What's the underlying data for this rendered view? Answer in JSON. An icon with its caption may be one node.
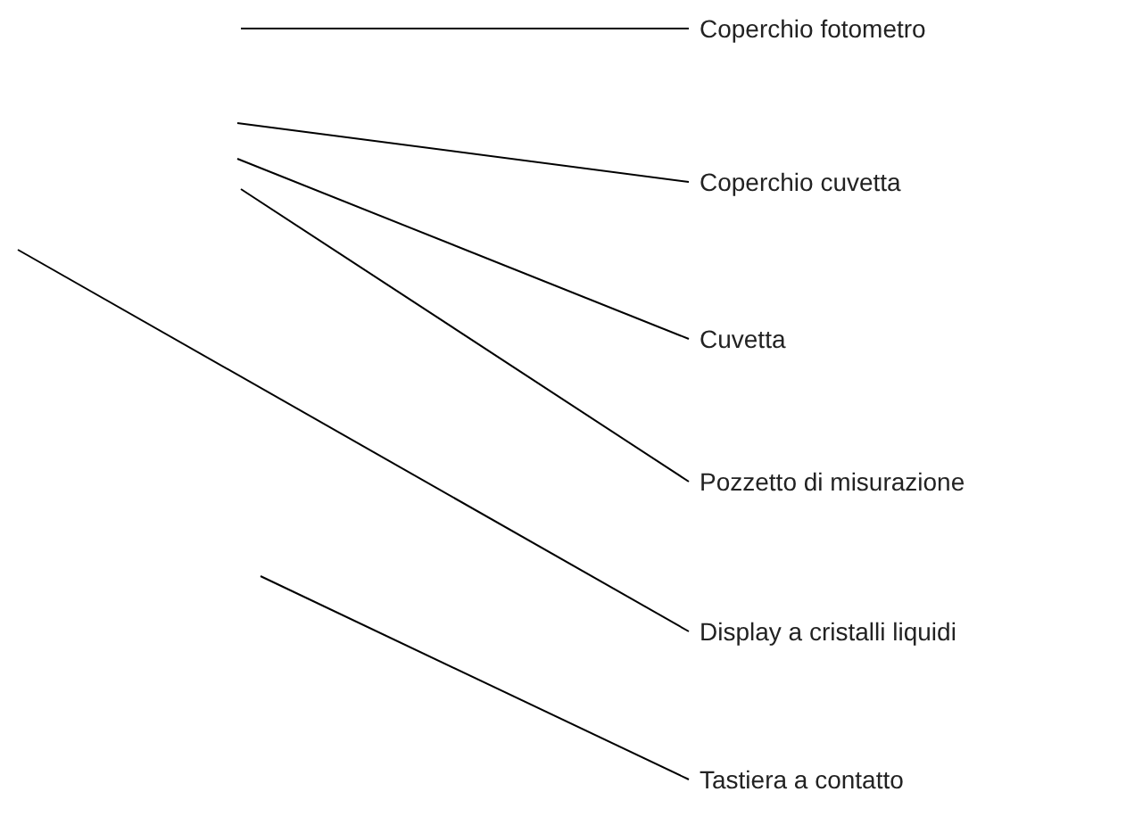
{
  "diagram": {
    "nodes": [
      {
        "text": [
          "Coperchio fotometro"
        ]
      },
      {
        "text": [
          "Coperchio cuvetta"
        ]
      },
      {
        "text": [
          "Cuvetta"
        ]
      },
      {
        "text": [
          "Pozzetto di misurazione"
        ]
      },
      {
        "text": [
          "Display a cristalli liquidi"
        ]
      },
      {
        "text": [
          "Tastiera a contatto"
        ]
      }
    ],
    "edges": [
      {
        "from": 0,
        "to": null,
        "arrow": "none"
      },
      {
        "from": 1,
        "to": null,
        "arrow": "none"
      },
      {
        "from": 2,
        "to": null,
        "arrow": "none"
      },
      {
        "from": 3,
        "to": null,
        "arrow": "none"
      },
      {
        "from": 4,
        "to": null,
        "arrow": "none"
      },
      {
        "from": 5,
        "to": null,
        "arrow": "none"
      }
    ]
  }
}
